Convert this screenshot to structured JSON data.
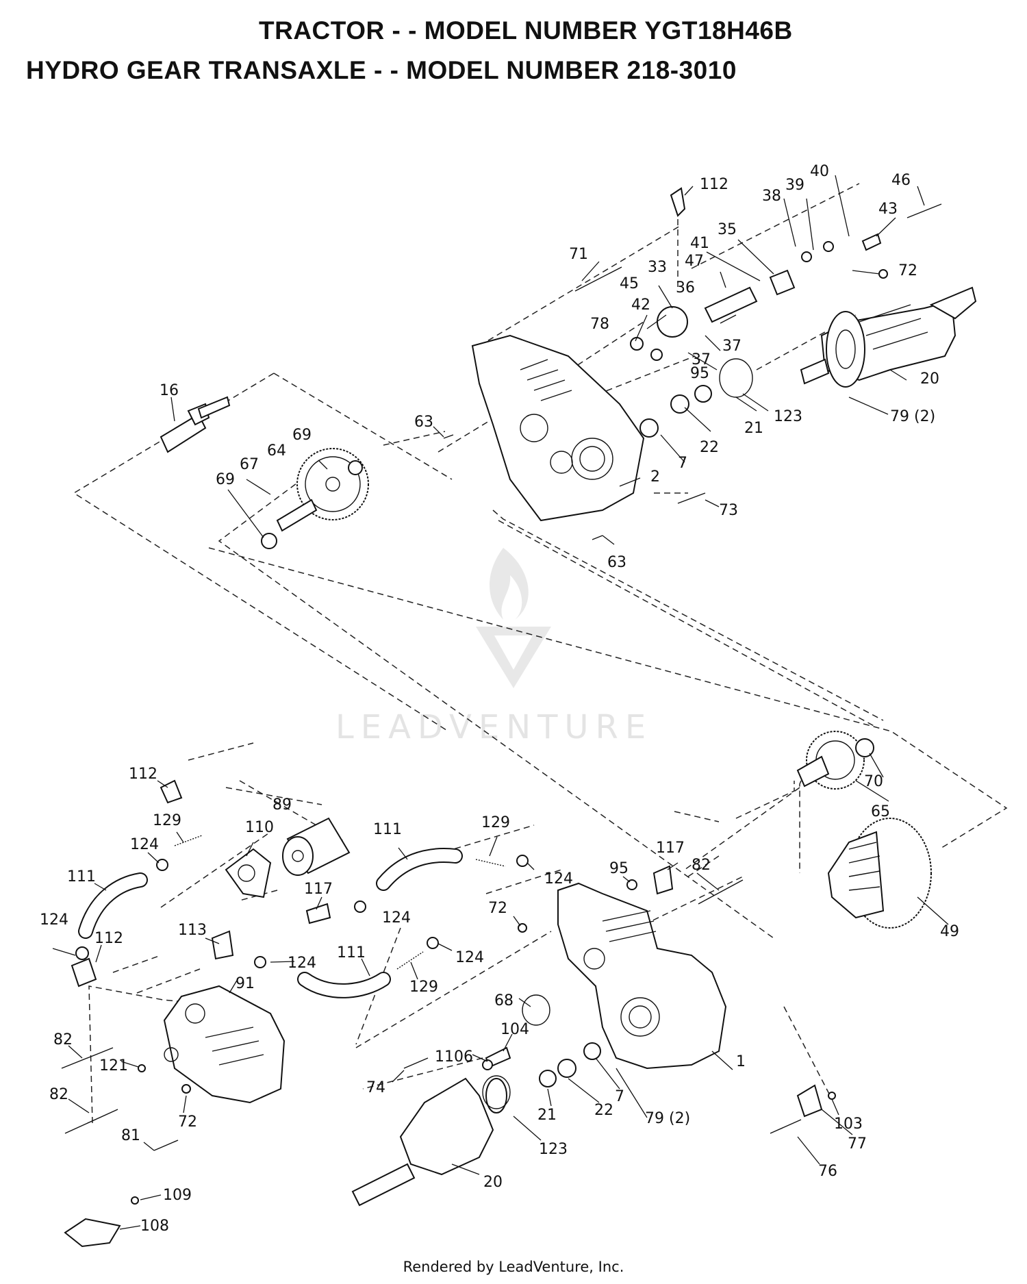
{
  "header": {
    "title_line1": "TRACTOR - - MODEL NUMBER YGT18H46B",
    "title_line2": "HYDRO GEAR TRANSAXLE - - MODEL NUMBER 218-3010"
  },
  "watermark": {
    "brand": "LEADVENTURE",
    "icon": "flame-v-logo-icon"
  },
  "footer": {
    "credit": "Rendered by LeadVenture, Inc."
  },
  "callouts": {
    "c112a": "112",
    "c40": "40",
    "c46": "46",
    "c39": "39",
    "c38": "38",
    "c43": "43",
    "c35": "35",
    "c41": "41",
    "c71": "71",
    "c47": "47",
    "c33": "33",
    "c72a": "72",
    "c45": "45",
    "c36": "36",
    "c42": "42",
    "c78": "78",
    "c37a": "37",
    "c37b": "37",
    "c95a": "95",
    "c20a": "20",
    "c16": "16",
    "c63a": "63",
    "c69a": "69",
    "c64": "64",
    "c21a": "21",
    "c123a": "123",
    "c79a": "79 (2)",
    "c22a": "22",
    "c7a": "7",
    "c67": "67",
    "c2": "2",
    "c69b": "69",
    "c73": "73",
    "c63b": "63",
    "c70": "70",
    "c65": "65",
    "c112b": "112",
    "c89": "89",
    "c129a": "129",
    "c110": "110",
    "c111a": "111",
    "c129b": "129",
    "c124a": "124",
    "c111b": "111",
    "c117a": "117",
    "c124b": "124",
    "c95b": "95",
    "c82a": "82",
    "c72b": "72",
    "c124c": "124",
    "c117b": "117",
    "c124d": "124",
    "c49": "49",
    "c112c": "112",
    "c113": "113",
    "c124e": "124",
    "c111c": "111",
    "c124f": "124",
    "c129c": "129",
    "c91": "91",
    "c68": "68",
    "c82b": "82",
    "c104": "104",
    "c1106": "1106",
    "c121": "121",
    "c1": "1",
    "c74": "74",
    "c7b": "7",
    "c82c": "82",
    "c72c": "72",
    "c21b": "21",
    "c22b": "22",
    "c79b": "79 (2)",
    "c103": "103",
    "c81": "81",
    "c123b": "123",
    "c77": "77",
    "c20b": "20",
    "c76": "76",
    "c109": "109",
    "c108": "108"
  }
}
